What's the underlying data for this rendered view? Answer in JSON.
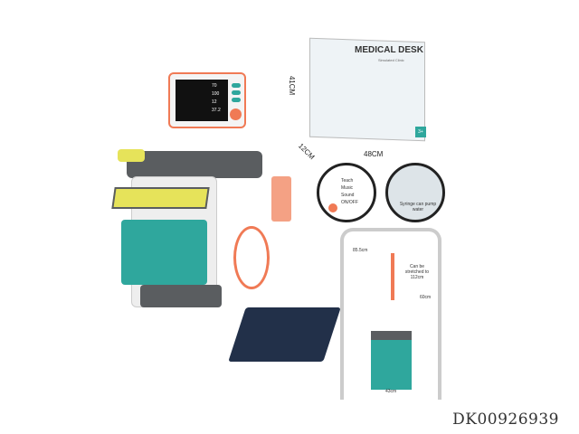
{
  "box": {
    "title": "MEDICAL DESK",
    "subtitle": "Simulated Clinic",
    "age_badge": "3+",
    "height_label": "41CM",
    "depth_label": "12CM",
    "width_label": "48CM"
  },
  "monitor": {
    "readings": [
      "70",
      "100",
      "12",
      "37.2"
    ]
  },
  "detail_buttons": {
    "items": [
      "Teach",
      "Music",
      "Sound",
      "ON/OFF"
    ]
  },
  "syringe_caption": "Syringe can pump water",
  "dimensions": {
    "height_max": "85.5cm",
    "stretch_note": "Can be stretched to 112cm",
    "mid_height": "60cm",
    "width": "43cm"
  },
  "watermark": "DK00926939",
  "colors": {
    "teal": "#2fa79d",
    "orange": "#f07a55",
    "yellow": "#e6e35a",
    "grey": "#5a5d60"
  }
}
